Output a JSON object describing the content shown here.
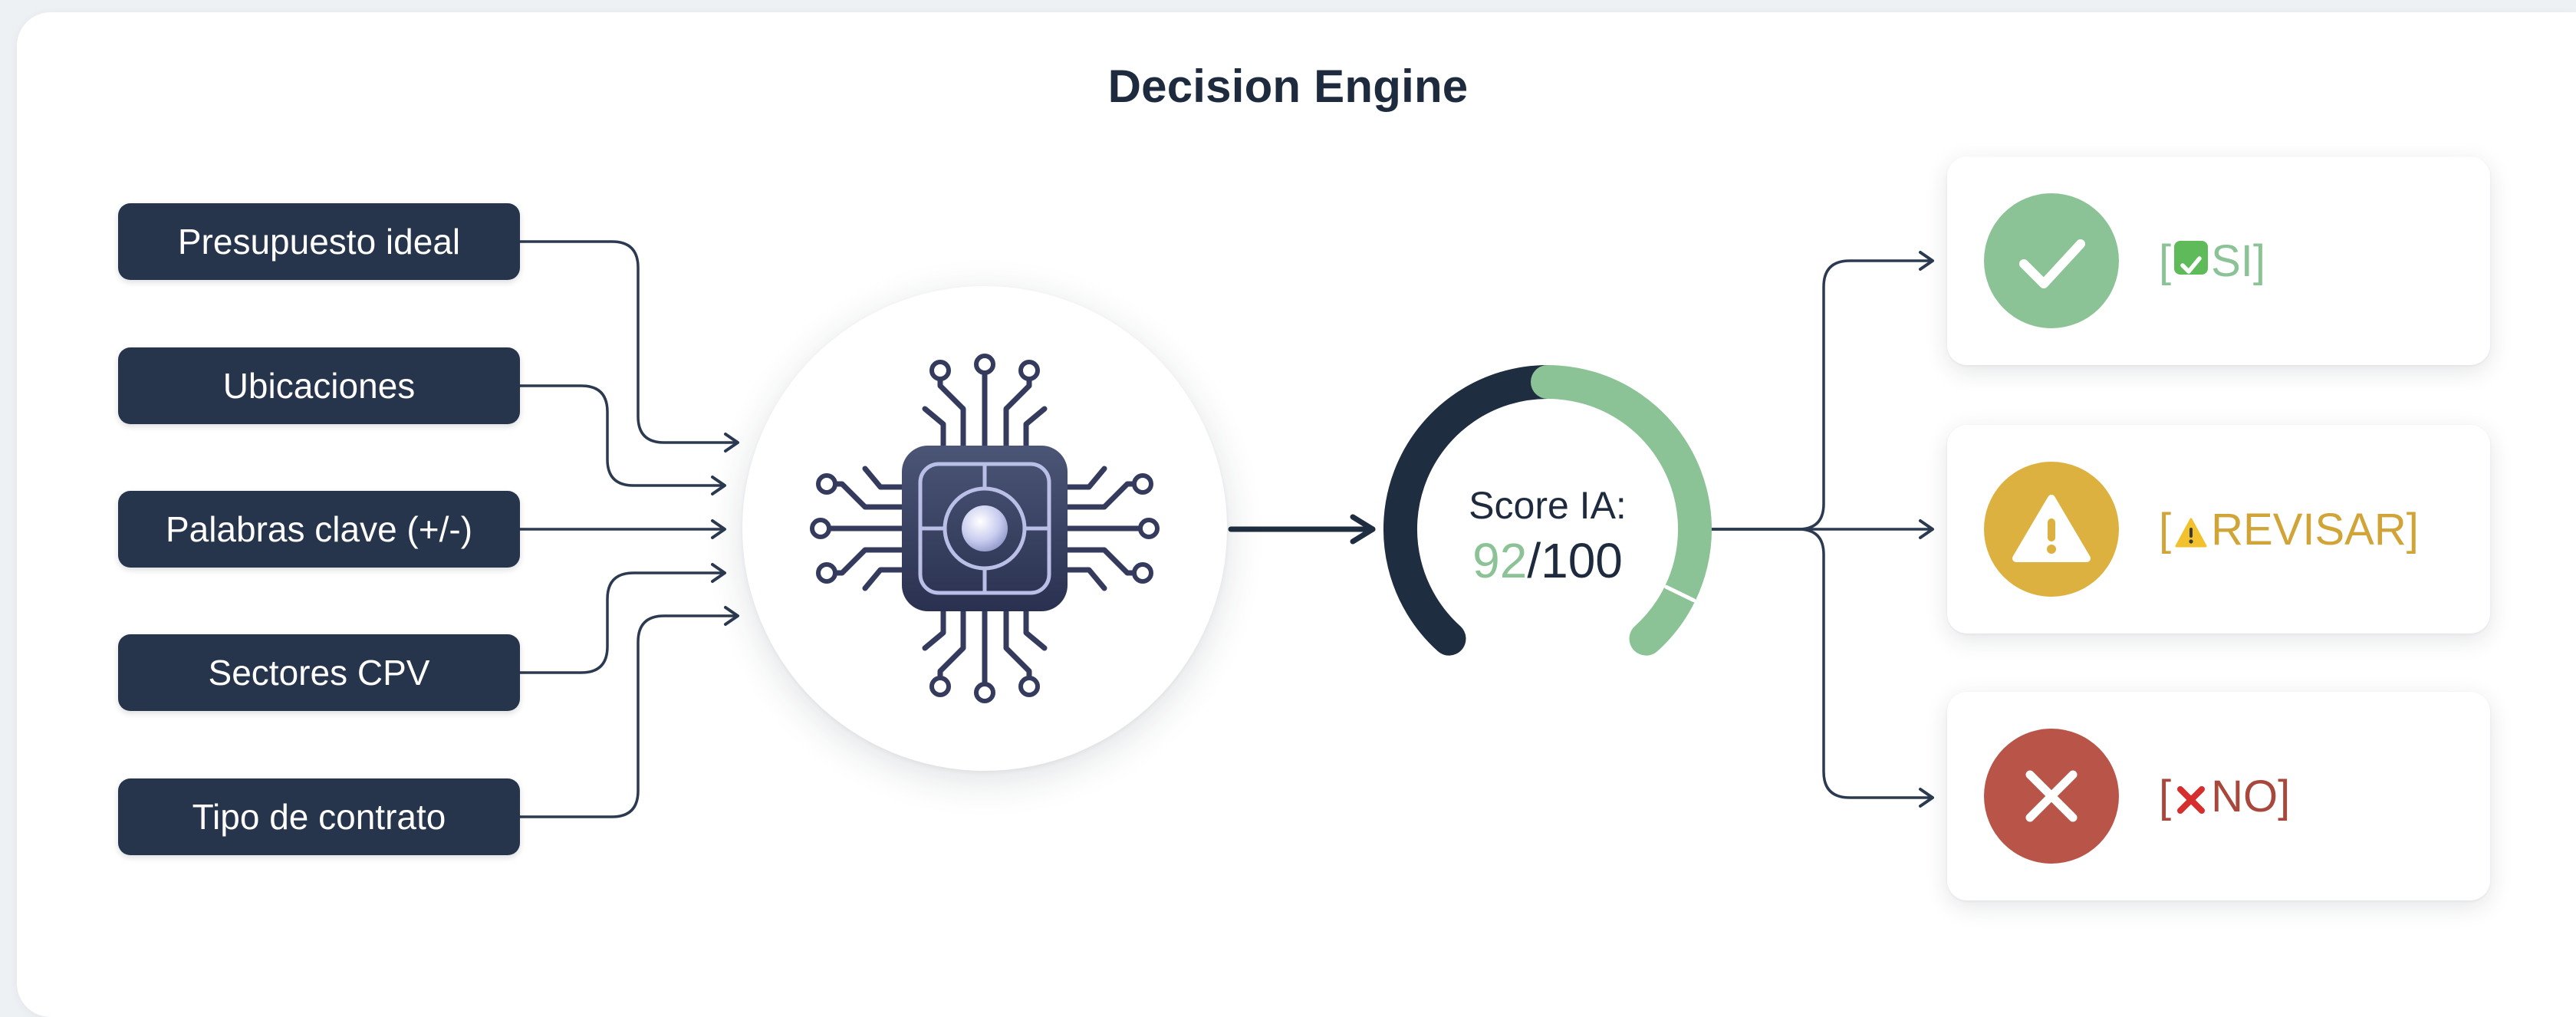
{
  "title": "Decision Engine",
  "inputs": [
    {
      "label": "Presupuesto ideal"
    },
    {
      "label": "Ubicaciones"
    },
    {
      "label": "Palabras clave (+/-)"
    },
    {
      "label": "Sectores CPV"
    },
    {
      "label": "Tipo de contrato"
    }
  ],
  "engine": {
    "icon": "ai-chip-icon"
  },
  "score": {
    "label": "Score IA:",
    "value": "92",
    "max": "/100",
    "value_fraction": 0.92
  },
  "outcomes": [
    {
      "open": "[",
      "text": "SI]",
      "icon": "checkmark-icon",
      "emoji": "check-emoji",
      "color": "#8cc396",
      "text_color": "#8cc396"
    },
    {
      "open": "[",
      "text": "REVISAR]",
      "icon": "warning-icon",
      "emoji": "warning-emoji",
      "color": "#dcb13f",
      "text_color": "#d0a437"
    },
    {
      "open": "[",
      "text": "NO]",
      "icon": "close-icon",
      "emoji": "cross-emoji",
      "color": "#b95448",
      "text_color": "#a8473c"
    }
  ],
  "colors": {
    "dark_navy": "#26354b",
    "score_green": "#8cc396",
    "gauge_dark": "#1f2d40",
    "connector": "#2b3a50"
  }
}
